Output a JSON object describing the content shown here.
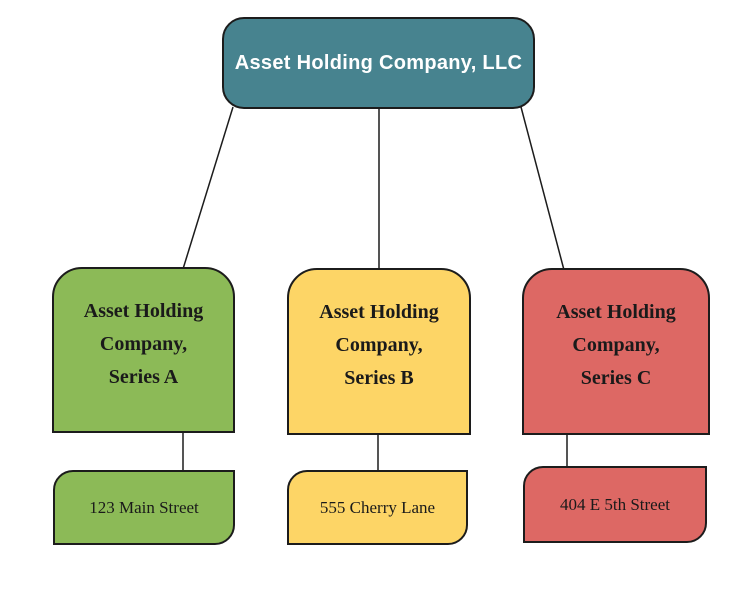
{
  "diagram": {
    "background": "#FFFFFF",
    "line_color": "#1C1C1C",
    "border_color": "#1C1C1C",
    "text_color": "#1A1A1A",
    "root": {
      "label": "Asset Holding Company, LLC",
      "fill": "#47838F",
      "text_color": "#FFFFFF"
    },
    "series": [
      {
        "label_lines": [
          "Asset Holding",
          "Company,",
          "Series A"
        ],
        "fill": "#8CBA57",
        "address": "123 Main Street"
      },
      {
        "label_lines": [
          "Asset Holding",
          "Company,",
          "Series B"
        ],
        "fill": "#FDD566",
        "address": "555 Cherry Lane"
      },
      {
        "label_lines": [
          "Asset Holding",
          "Company,",
          "Series C"
        ],
        "fill": "#DD6864",
        "address": "404 E 5th Street"
      }
    ]
  }
}
